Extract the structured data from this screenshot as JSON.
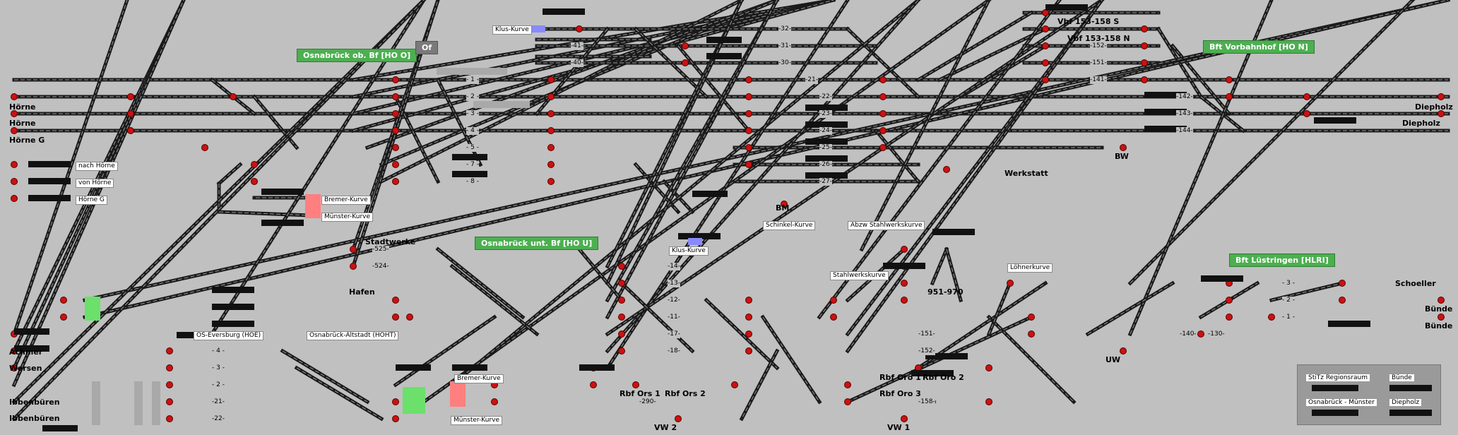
{
  "stations": {
    "ho_o": "Osnabrück ob. Bf [HO O]",
    "of": "Of",
    "ho_n": "Bft Vorbahnhof [HO N]",
    "ho_u": "Osnabrück unt. Bf [HO U]",
    "hlri": "Bft Lüstringen [HLRI]"
  },
  "places": {
    "horne1": "Hörne",
    "horne2": "Hörne",
    "horneg": "Hörne G",
    "diepholz1": "Diepholz",
    "diepholz2": "Diepholz",
    "vbf_s": "Vbf 153-158 S",
    "vbf_n": "Vbf 153-158 N",
    "werkstatt": "Werkstatt",
    "bw": "BW",
    "bm": "BM",
    "stadtwerke": "Stadtwerke",
    "hafen": "Hafen",
    "achmer": "Achmer",
    "wersen": "Wersen",
    "ibbenburen1": "Ibbenbüren",
    "ibbenburen2": "Ibbenbüren",
    "schoeller": "Schoeller",
    "bunde1": "Bünde",
    "bunde2": "Bünde",
    "uw": "UW",
    "vw1": "VW 1",
    "vw2": "VW 2",
    "rbf_ors1": "Rbf Ors 1",
    "rbf_ors2": "Rbf Ors 2",
    "rbf_oro1": "Rbf Oro 1",
    "rbf_oro2": "Rbf Oro 2",
    "rbf_oro3": "Rbf Oro 3",
    "n951": "951-970"
  },
  "curves": {
    "klus1": "Klus-Kurve",
    "klus2": "Klus-Kurve",
    "bremer1": "Bremer-Kurve",
    "munster1": "Münster-Kurve",
    "bremer2": "Bremer-Kurve",
    "munster2": "Münster-Kurve",
    "schinkel": "Schinkel-Kurve",
    "abzw": "Abzw Stahlwerkskurve",
    "stahl": "Stahlwerkskurve",
    "lohner": "Löhnerkurve",
    "eversburg": "OS-Eversburg (HOE)",
    "altstadt": "Osnabrück-Altstadt (HOHT)"
  },
  "legend": {
    "nach": "nach Hörne",
    "von": "von Hörne",
    "horneg": "Hörne G"
  },
  "panel": {
    "stitz": "StiTz Regionsraum",
    "bunde": "Bünde",
    "osm": "Osnabrück - Münster",
    "diepholz": "Diepholz"
  },
  "tracks": {
    "upper": [
      "- 1 -",
      "- 2 -",
      "- 3 -",
      "- 4 -",
      "- 5 -",
      "- 7 -",
      "- 8 -"
    ],
    "top": [
      "-41-",
      "-40-"
    ],
    "mid": [
      "-32-",
      "-31-",
      "-30-",
      "-21-",
      "-22-",
      "-23-",
      "-24-",
      "-25-",
      "-26-",
      "-27-"
    ],
    "right": [
      "-152-",
      "-151-",
      "-141-",
      "-142-",
      "-143-",
      "-144-"
    ],
    "small": [
      "-525-",
      "-524-"
    ],
    "lower": [
      "-14-",
      "-13-",
      "-12-",
      "-11-",
      "-17-",
      "-18-"
    ],
    "west": [
      "- 4 -",
      "- 3 -",
      "- 2 -",
      "-21-",
      "-22-"
    ],
    "south": [
      "-151-",
      "-152-",
      "-158-",
      "-290-"
    ],
    "east": [
      "- 3 -",
      "- 2 -",
      "- 1 -",
      "-140-",
      "-130-"
    ]
  },
  "colors": {
    "bg": "#c0c0c0",
    "track": "#1a1a1a",
    "signal": "#cc1111",
    "green": "#4caf50"
  }
}
